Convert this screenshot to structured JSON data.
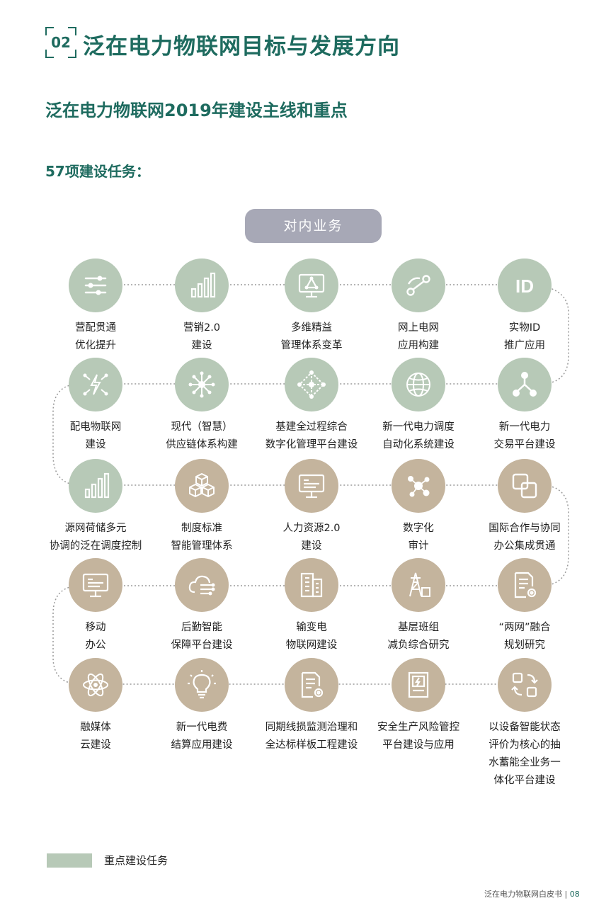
{
  "header": {
    "section_number": "02",
    "title": "泛在电力物联网目标与发展方向"
  },
  "subtitle": "泛在电力物联网2019年建设主线和重点",
  "task_count_label": "57项建设任务：",
  "category_pill": "对内业务",
  "colors": {
    "brand_green": "#1e6b5f",
    "key_task_green": "#b7c9b7",
    "normal_task_tan": "#c4b49d",
    "pill_gray": "#a7a8b6"
  },
  "rows": [
    [
      {
        "label": "营配贯通\n优化提升",
        "icon": "sliders-icon",
        "key": true
      },
      {
        "label": "营销2.0\n建设",
        "icon": "bar-chart-icon",
        "key": true
      },
      {
        "label": "多维精益\n管理体系变革",
        "icon": "monitor-network-icon",
        "key": true
      },
      {
        "label": "网上电网\n应用构建",
        "icon": "route-icon",
        "key": true
      },
      {
        "label": "实物ID\n推广应用",
        "icon": "id-icon",
        "key": true
      }
    ],
    [
      {
        "label": "配电物联网\n建设",
        "icon": "lightning-network-icon",
        "key": true
      },
      {
        "label": "现代（智慧）\n供应链体系构建",
        "icon": "hub-icon",
        "key": true
      },
      {
        "label": "基建全过程综合\n数字化管理平台建设",
        "icon": "diamond-network-icon",
        "key": true
      },
      {
        "label": "新一代电力调度\n自动化系统建设",
        "icon": "globe-network-icon",
        "key": true
      },
      {
        "label": "新一代电力\n交易平台建设",
        "icon": "tree-nodes-icon",
        "key": true
      }
    ],
    [
      {
        "label": "源网荷储多元\n协调的泛在调度控制",
        "icon": "bar-chart-icon",
        "key": true
      },
      {
        "label": "制度标准\n智能管理体系",
        "icon": "cubes-icon",
        "key": false
      },
      {
        "label": "人力资源2.0\n建设",
        "icon": "monitor-icon",
        "key": false
      },
      {
        "label": "数字化\n审计",
        "icon": "molecule-icon",
        "key": false
      },
      {
        "label": "国际合作与协同\n办公集成贯通",
        "icon": "overlap-squares-icon",
        "key": false
      }
    ],
    [
      {
        "label": "移动\n办公",
        "icon": "monitor-icon",
        "key": false
      },
      {
        "label": "后勤智能\n保障平台建设",
        "icon": "cloud-circuit-icon",
        "key": false
      },
      {
        "label": "输变电\n物联网建设",
        "icon": "buildings-icon",
        "key": false
      },
      {
        "label": "基层班组\n减负综合研究",
        "icon": "tower-icon",
        "key": false
      },
      {
        "label": "“两网”融合\n规划研究",
        "icon": "document-gear-icon",
        "key": false
      }
    ],
    [
      {
        "label": "融媒体\n云建设",
        "icon": "atom-icon",
        "key": false
      },
      {
        "label": "新一代电费\n结算应用建设",
        "icon": "bulb-icon",
        "key": false
      },
      {
        "label": "同期线损监测治理和\n全达标样板工程建设",
        "icon": "document-gear-icon",
        "key": false
      },
      {
        "label": "安全生产风险管控\n平台建设与应用",
        "icon": "panel-icon",
        "key": false
      },
      {
        "label": "以设备智能状态\n评价为核心的抽\n水蓄能全业务一\n体化平台建设",
        "icon": "cycle-squares-icon",
        "key": false
      }
    ]
  ],
  "legend": {
    "label": "重点建设任务"
  },
  "footer": {
    "text": "泛在电力物联网白皮书 |",
    "page": "08"
  }
}
